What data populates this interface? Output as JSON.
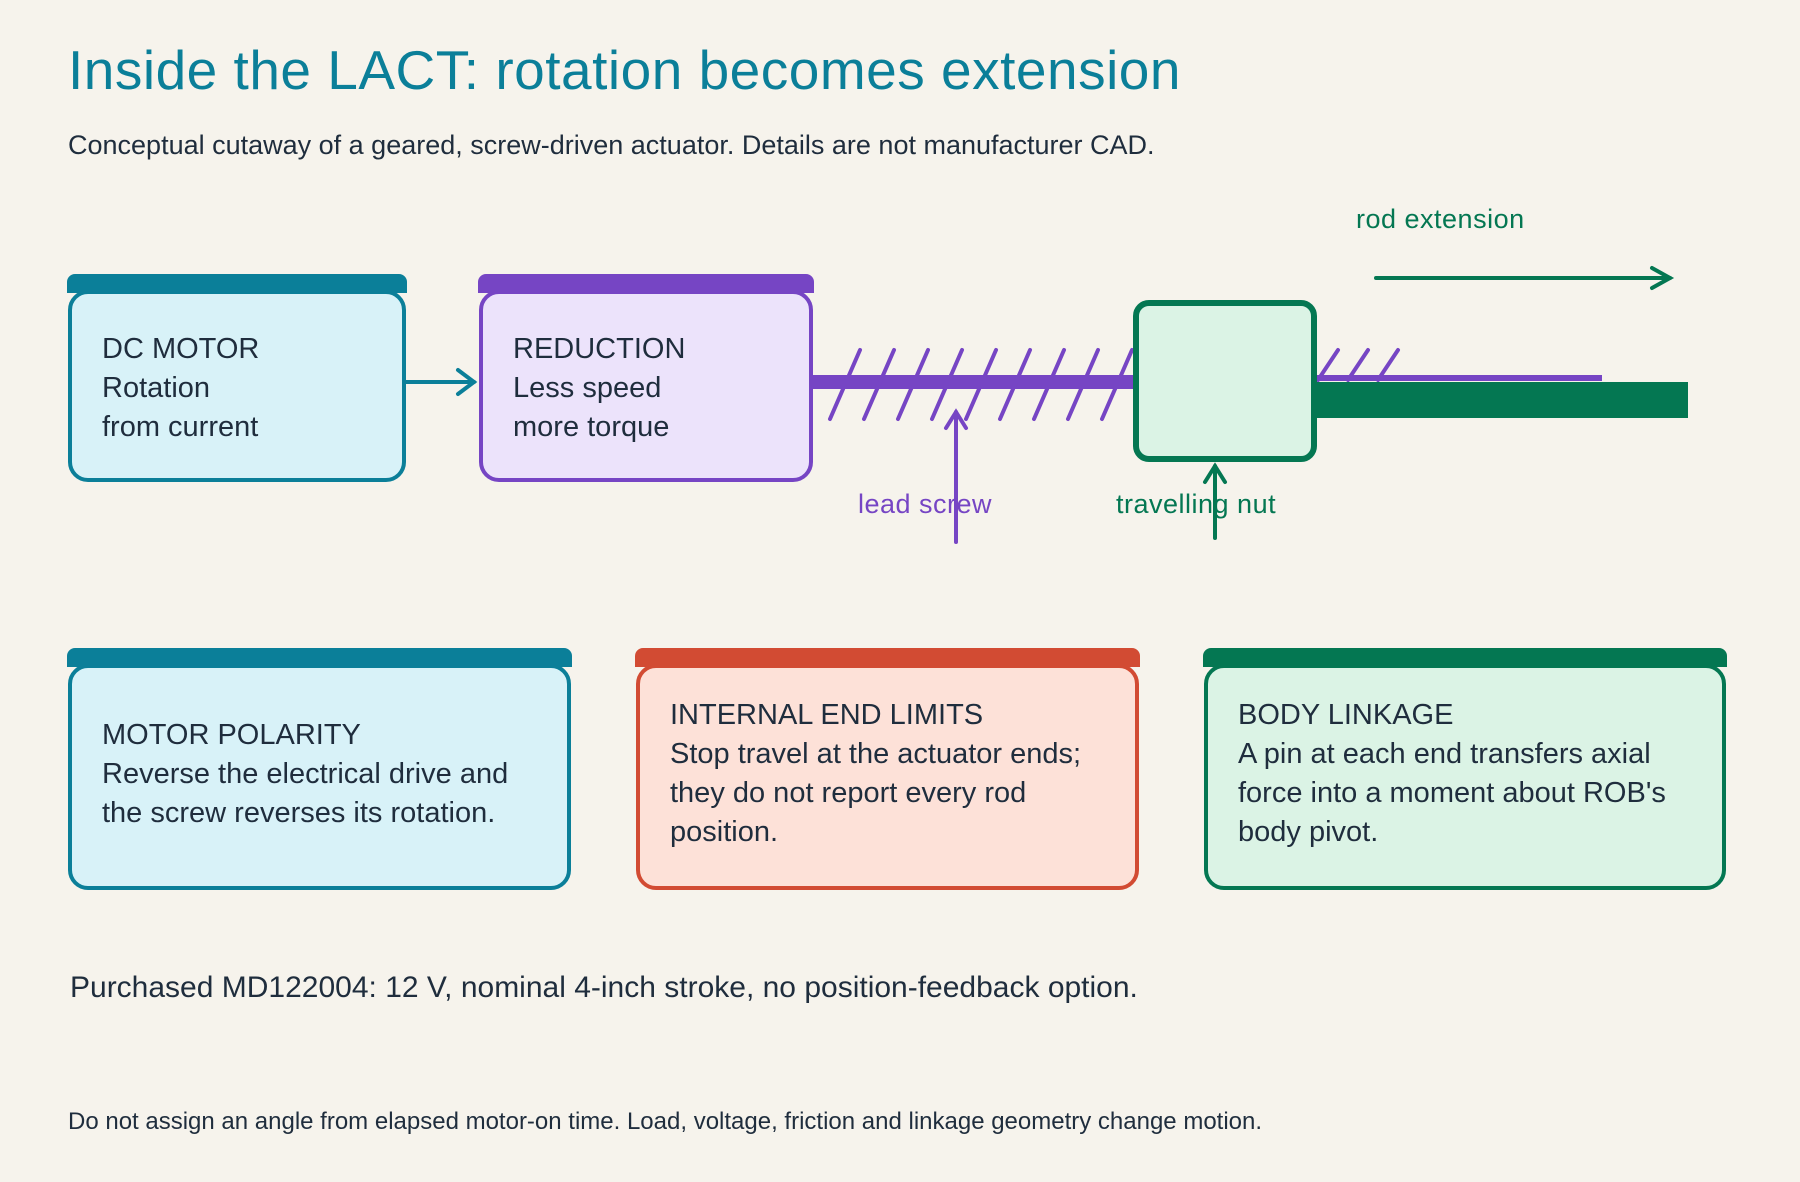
{
  "title": "Inside the LACT: rotation becomes extension",
  "subtitle": "Conceptual cutaway of a geared, screw-driven actuator. Details are not manufacturer CAD.",
  "colors": {
    "background": "#f6f3ec",
    "teal": "#0b7f99",
    "purple": "#7645c4",
    "green": "#047752",
    "red": "#d24b33",
    "text": "#1f2d3d"
  },
  "boxes": {
    "motor": {
      "heading": "DC MOTOR",
      "lines": [
        "Rotation",
        "from current"
      ]
    },
    "reduction": {
      "heading": "REDUCTION",
      "lines": [
        "Less speed",
        "more torque"
      ]
    },
    "polarity": {
      "heading": "MOTOR POLARITY",
      "lines": [
        "Reverse the electrical drive and",
        "the screw reverses its rotation."
      ]
    },
    "limits": {
      "heading": "INTERNAL END LIMITS",
      "lines": [
        "Stop travel at the actuator ends;",
        "they do not report every rod",
        "position."
      ]
    },
    "linkage": {
      "heading": "BODY LINKAGE",
      "lines": [
        "A pin at each end transfers axial",
        "force into a moment about ROB's",
        "body pivot."
      ]
    }
  },
  "labels": {
    "rod_extension": "rod extension",
    "lead_screw": "lead screw",
    "travelling_nut": "travelling nut"
  },
  "note": "Purchased MD122004: 12 V, nominal 4-inch stroke, no position-feedback option.",
  "footer": "Do not assign an angle from elapsed motor-on time. Load, voltage, friction and linkage geometry change motion."
}
